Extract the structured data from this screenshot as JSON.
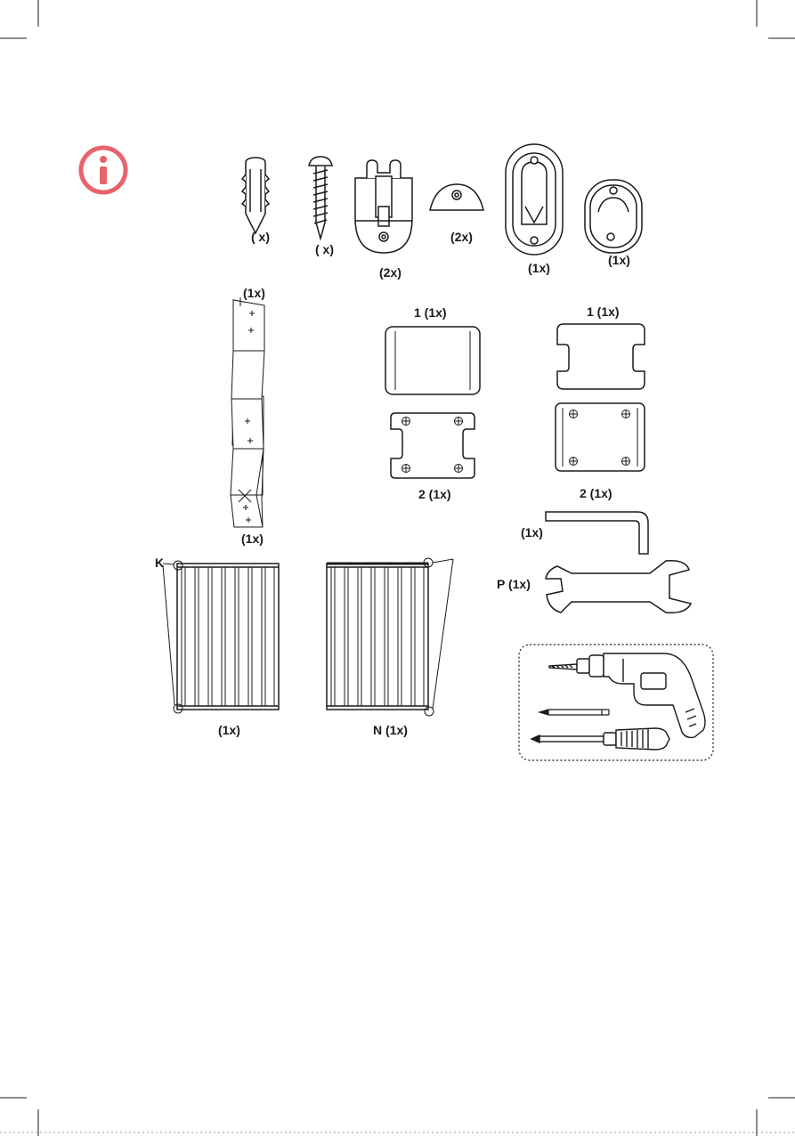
{
  "info_icon_color": "#e8636a",
  "labels": {
    "plug_qty": "(  x)",
    "screw_qty": "(  x)",
    "mount_qty": "(2x)",
    "cap_qty": "(2x)",
    "latch_qty": "(1x)",
    "catch_qty": "(1x)",
    "strip_top_qty": "(1x)",
    "strip_bottom_qty": "(1x)",
    "pad1_left": "1 (1x)",
    "pad1_right": "1 (1x)",
    "pad2_left": "2 (1x)",
    "pad2_right": "2 (1x)",
    "hex_key_qty": "(1x)",
    "wrench_qty": "P (1x)",
    "gate_left_marker": "K",
    "gate_left_qty": "(1x)",
    "gate_right_qty": "N (1x)"
  },
  "tools": [
    "drill-icon",
    "pencil-icon",
    "screwdriver-icon"
  ]
}
